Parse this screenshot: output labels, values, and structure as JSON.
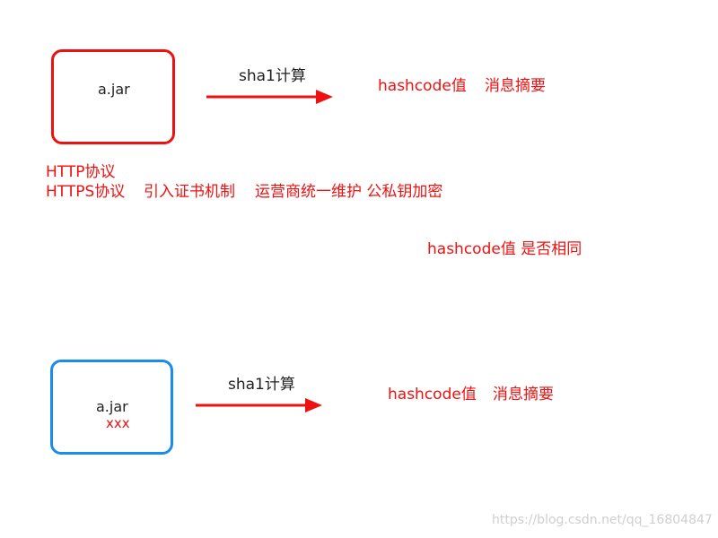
{
  "top_flow": {
    "file_label": "a.jar",
    "process_label": "sha1计算",
    "result_label": "hashcode值",
    "result_meaning": "消息摘要",
    "box_color": "#ee1111",
    "arrow_color": "#ee1111"
  },
  "notes": {
    "http": "HTTP协议",
    "https": "HTTPS协议",
    "certificate": "引入证书机制",
    "operator": "运营商统一维护 公私钥加密"
  },
  "question": "hashcode值 是否相同",
  "bottom_flow": {
    "file_label": "a.jar",
    "file_extra": "xxx",
    "process_label": "sha1计算",
    "result_label": "hashcode值",
    "result_meaning": "消息摘要",
    "box_color": "#1a8cf0",
    "arrow_color": "#ee1111"
  },
  "watermark": "https://blog.csdn.net/qq_16804847"
}
